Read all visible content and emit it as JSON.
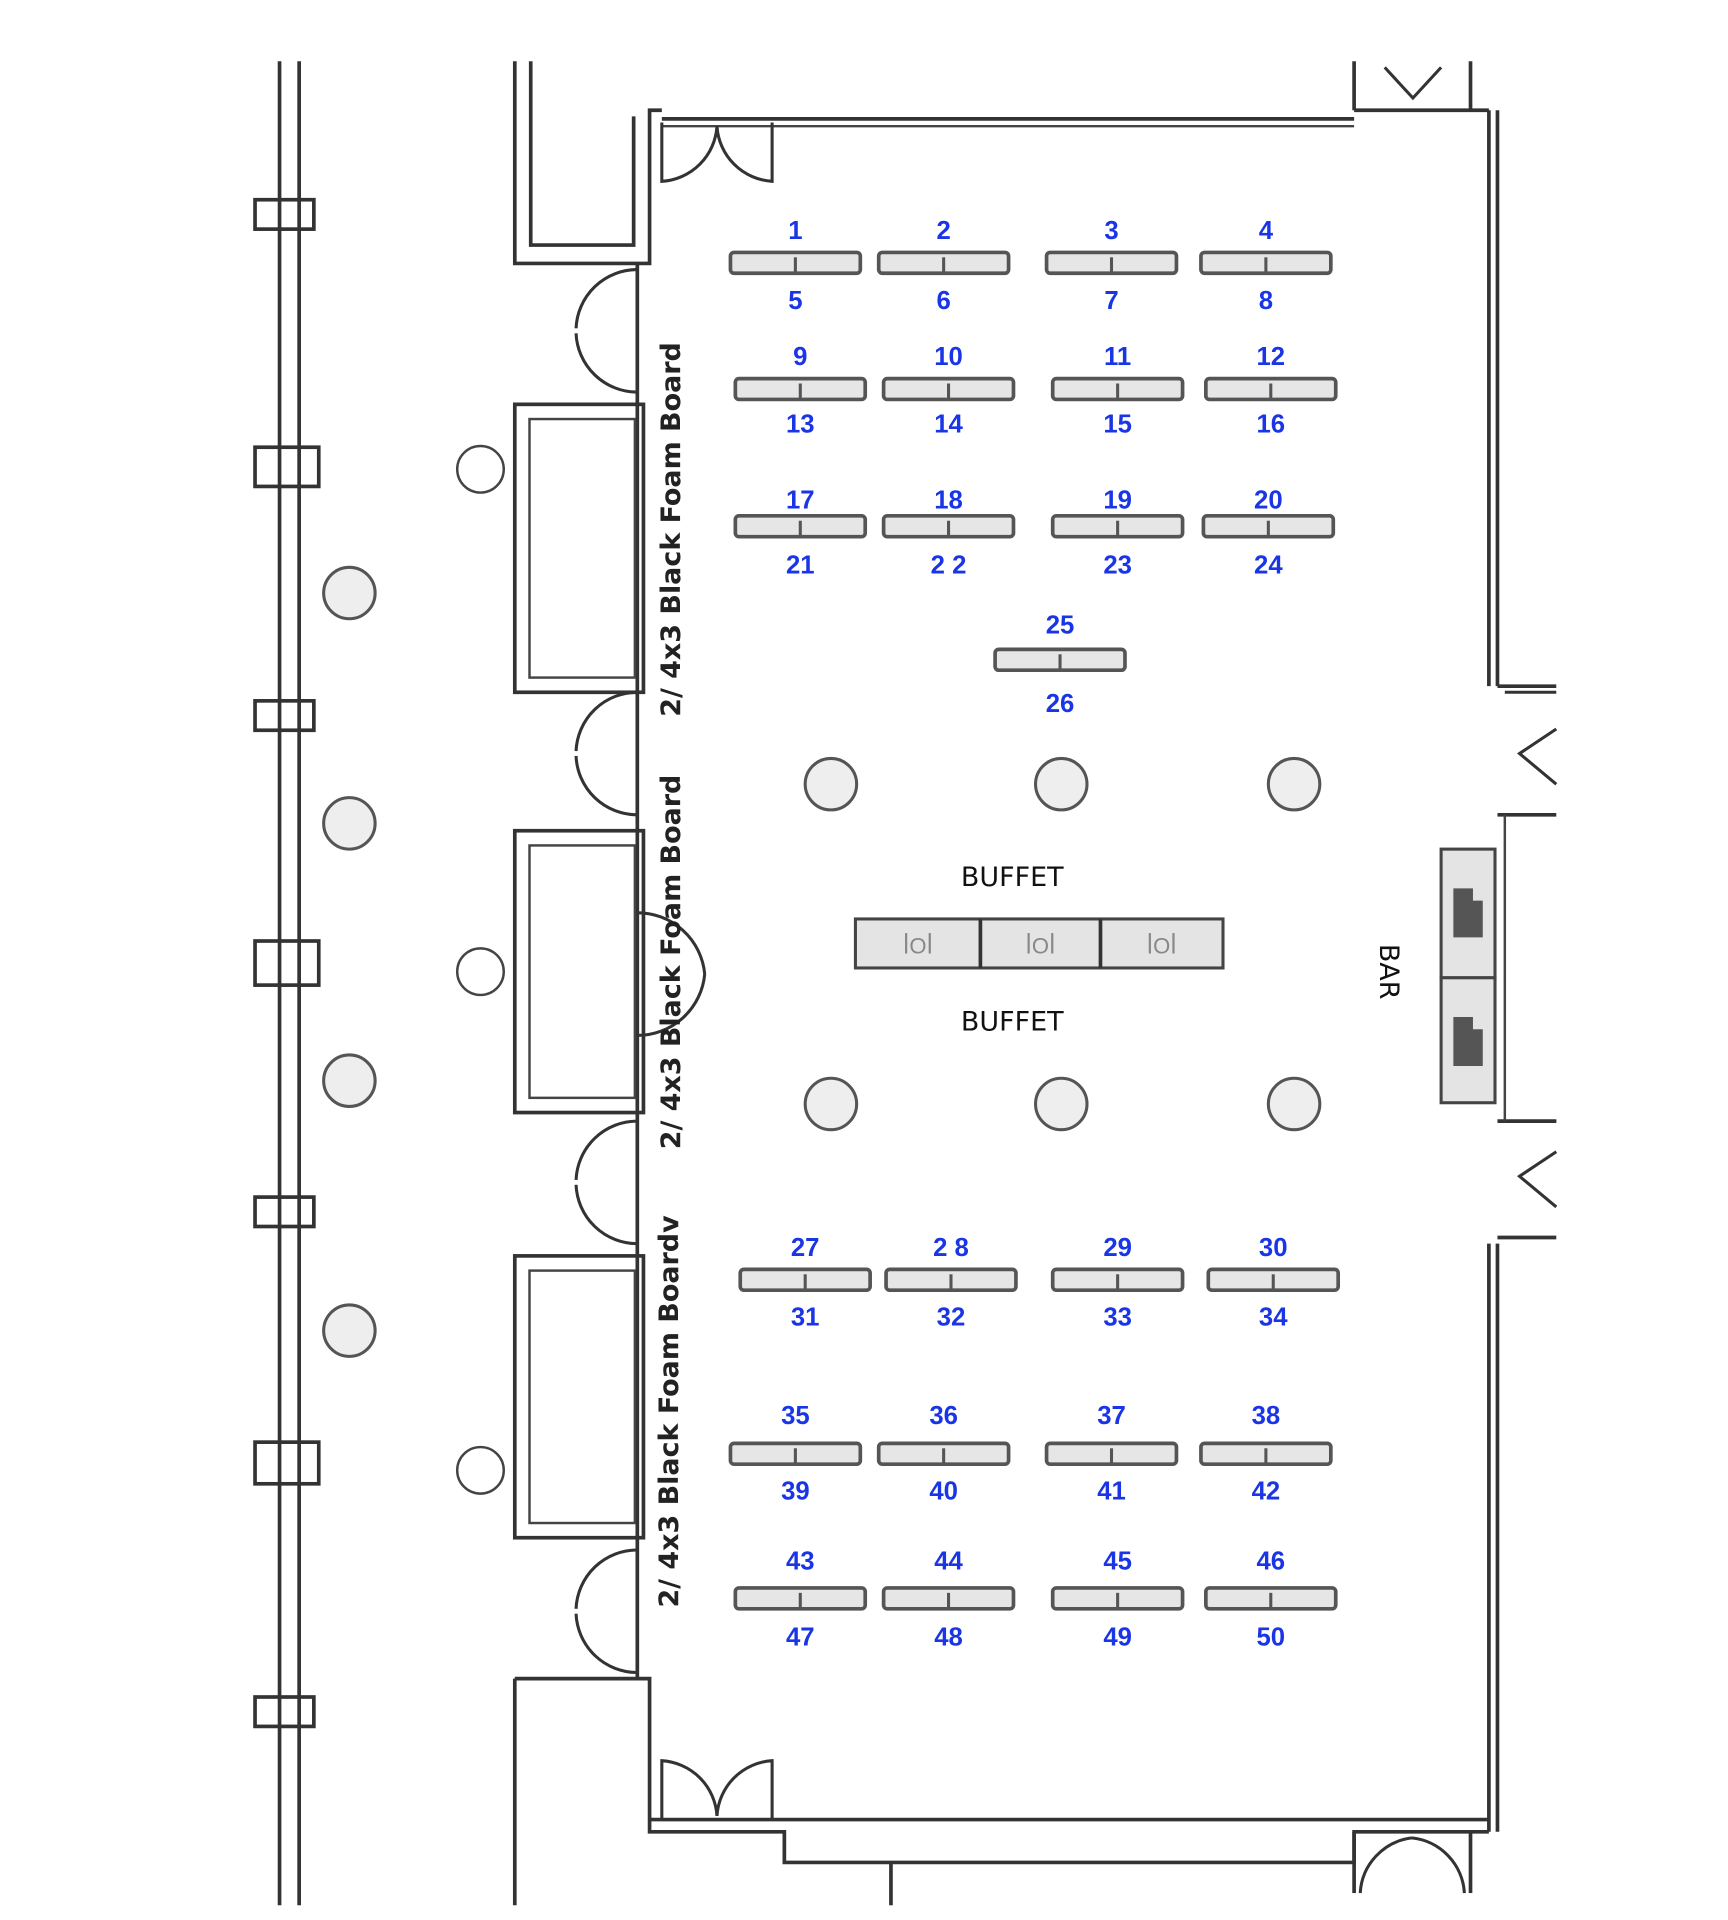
{
  "labels": {
    "buffet_top": "BUFFET",
    "buffet_bottom": "BUFFET",
    "bar": "BAR",
    "foam_board_1": "2/ 4x3 Black Foam Board",
    "foam_board_2": "2/ 4x3 Black Foam Board",
    "foam_board_3": "2/ 4x3 Black Foam Boardv"
  },
  "tables": [
    {
      "top": "1",
      "bottom": "5"
    },
    {
      "top": "2",
      "bottom": "6"
    },
    {
      "top": "3",
      "bottom": "7"
    },
    {
      "top": "4",
      "bottom": "8"
    },
    {
      "top": "9",
      "bottom": "13"
    },
    {
      "top": "10",
      "bottom": "14"
    },
    {
      "top": "11",
      "bottom": "15"
    },
    {
      "top": "12",
      "bottom": "16"
    },
    {
      "top": "17",
      "bottom": "21"
    },
    {
      "top": "18",
      "bottom": "2 2"
    },
    {
      "top": "19",
      "bottom": "23"
    },
    {
      "top": "20",
      "bottom": "24"
    },
    {
      "top": "25",
      "bottom": "26"
    },
    {
      "top": "27",
      "bottom": "31"
    },
    {
      "top": "2 8",
      "bottom": "32"
    },
    {
      "top": "29",
      "bottom": "33"
    },
    {
      "top": "30",
      "bottom": "34"
    },
    {
      "top": "35",
      "bottom": "39"
    },
    {
      "top": "36",
      "bottom": "40"
    },
    {
      "top": "37",
      "bottom": "41"
    },
    {
      "top": "38",
      "bottom": "42"
    },
    {
      "top": "43",
      "bottom": "47"
    },
    {
      "top": "44",
      "bottom": "48"
    },
    {
      "top": "45",
      "bottom": "49"
    },
    {
      "top": "46",
      "bottom": "50"
    }
  ],
  "colors": {
    "table_number": "#1a35e6",
    "wall": "#333333"
  }
}
